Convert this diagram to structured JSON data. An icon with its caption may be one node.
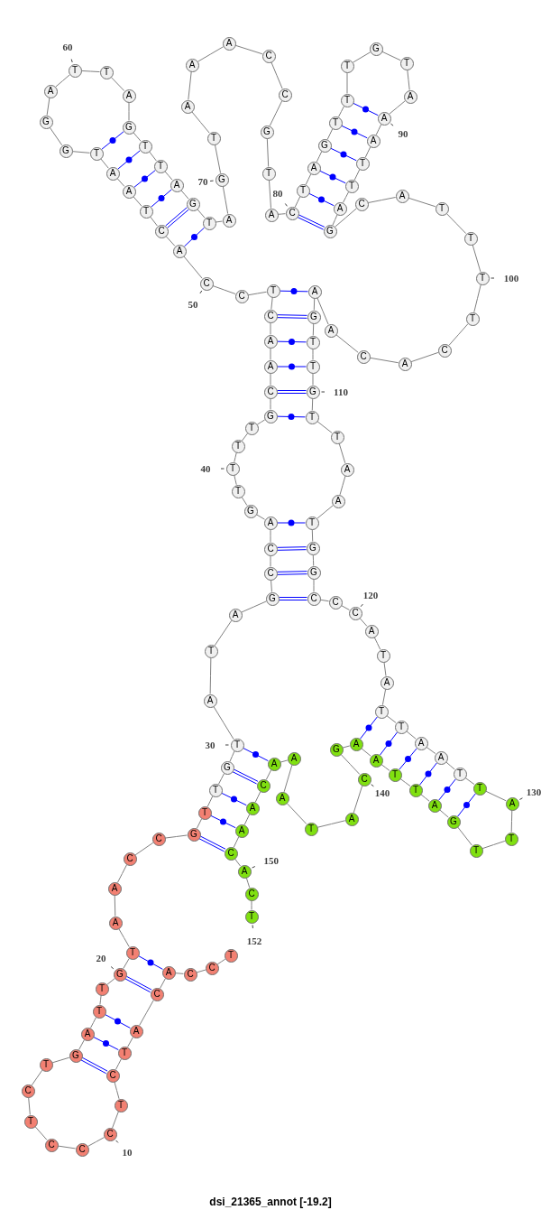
{
  "diagram": {
    "caption": "dsi_21365_annot [-19.2]",
    "nodes": [
      {
        "text": [
          "T"
        ]
      },
      {
        "text": [
          "C"
        ]
      },
      {
        "text": [
          "C"
        ]
      },
      {
        "text": [
          "A"
        ]
      },
      {
        "text": [
          "C"
        ]
      },
      {
        "text": [
          "A"
        ]
      },
      {
        "text": [
          "T"
        ]
      },
      {
        "text": [
          "C"
        ]
      },
      {
        "text": [
          "T"
        ]
      },
      {
        "text": [
          "C"
        ],
        "beside": [
          "10"
        ]
      },
      {
        "text": [
          "C"
        ]
      },
      {
        "text": [
          "C"
        ]
      },
      {
        "text": [
          "T"
        ]
      },
      {
        "text": [
          "C"
        ]
      },
      {
        "text": [
          "T"
        ]
      },
      {
        "text": [
          "G"
        ]
      },
      {
        "text": [
          "A"
        ]
      },
      {
        "text": [
          "T"
        ]
      },
      {
        "text": [
          "T"
        ]
      },
      {
        "text": [
          "G"
        ],
        "beside": [
          "20"
        ]
      },
      {
        "text": [
          "T"
        ]
      },
      {
        "text": [
          "A"
        ]
      },
      {
        "text": [
          "A"
        ]
      },
      {
        "text": [
          "C"
        ]
      },
      {
        "text": [
          "C"
        ]
      },
      {
        "text": [
          "G"
        ]
      },
      {
        "text": [
          "T"
        ]
      },
      {
        "text": [
          "T"
        ]
      },
      {
        "text": [
          "G"
        ]
      },
      {
        "text": [
          "T"
        ],
        "beside": [
          "30"
        ]
      },
      {
        "text": [
          "A"
        ]
      },
      {
        "text": [
          "T"
        ]
      },
      {
        "text": [
          "A"
        ]
      },
      {
        "text": [
          "G"
        ]
      },
      {
        "text": [
          "C"
        ]
      },
      {
        "text": [
          "C"
        ]
      },
      {
        "text": [
          "A"
        ]
      },
      {
        "text": [
          "G"
        ]
      },
      {
        "text": [
          "T"
        ]
      },
      {
        "text": [
          "T"
        ],
        "beside": [
          "40"
        ]
      },
      {
        "text": [
          "T"
        ]
      },
      {
        "text": [
          "T"
        ]
      },
      {
        "text": [
          "G"
        ]
      },
      {
        "text": [
          "C"
        ]
      },
      {
        "text": [
          "A"
        ]
      },
      {
        "text": [
          "A"
        ]
      },
      {
        "text": [
          "C"
        ]
      },
      {
        "text": [
          "T"
        ]
      },
      {
        "text": [
          "C"
        ]
      },
      {
        "text": [
          "C"
        ],
        "beside": [
          "50"
        ]
      },
      {
        "text": [
          "A"
        ]
      },
      {
        "text": [
          "C"
        ]
      },
      {
        "text": [
          "T"
        ]
      },
      {
        "text": [
          "A"
        ]
      },
      {
        "text": [
          "A"
        ]
      },
      {
        "text": [
          "T"
        ]
      },
      {
        "text": [
          "G"
        ]
      },
      {
        "text": [
          "G"
        ]
      },
      {
        "text": [
          "A"
        ]
      },
      {
        "text": [
          "T"
        ],
        "beside": [
          "60"
        ]
      },
      {
        "text": [
          "T"
        ]
      },
      {
        "text": [
          "A"
        ]
      },
      {
        "text": [
          "G"
        ]
      },
      {
        "text": [
          "T"
        ]
      },
      {
        "text": [
          "T"
        ]
      },
      {
        "text": [
          "A"
        ]
      },
      {
        "text": [
          "G"
        ]
      },
      {
        "text": [
          "T"
        ]
      },
      {
        "text": [
          "A"
        ]
      },
      {
        "text": [
          "G"
        ],
        "beside": [
          "70"
        ]
      },
      {
        "text": [
          "T"
        ]
      },
      {
        "text": [
          "A"
        ]
      },
      {
        "text": [
          "A"
        ]
      },
      {
        "text": [
          "A"
        ]
      },
      {
        "text": [
          "C"
        ]
      },
      {
        "text": [
          "C"
        ]
      },
      {
        "text": [
          "G"
        ]
      },
      {
        "text": [
          "T"
        ]
      },
      {
        "text": [
          "A"
        ]
      },
      {
        "text": [
          "C"
        ],
        "beside": [
          "80"
        ]
      },
      {
        "text": [
          "T"
        ]
      },
      {
        "text": [
          "A"
        ]
      },
      {
        "text": [
          "G"
        ]
      },
      {
        "text": [
          "T"
        ]
      },
      {
        "text": [
          "T"
        ]
      },
      {
        "text": [
          "T"
        ]
      },
      {
        "text": [
          "G"
        ]
      },
      {
        "text": [
          "T"
        ]
      },
      {
        "text": [
          "A"
        ]
      },
      {
        "text": [
          "A"
        ],
        "beside": [
          "90"
        ]
      },
      {
        "text": [
          "A"
        ]
      },
      {
        "text": [
          "T"
        ]
      },
      {
        "text": [
          "T"
        ]
      },
      {
        "text": [
          "A"
        ]
      },
      {
        "text": [
          "G"
        ]
      },
      {
        "text": [
          "C"
        ]
      },
      {
        "text": [
          "A"
        ]
      },
      {
        "text": [
          "T"
        ]
      },
      {
        "text": [
          "T"
        ]
      },
      {
        "text": [
          "T"
        ],
        "beside": [
          "100"
        ]
      },
      {
        "text": [
          "T"
        ]
      },
      {
        "text": [
          "C"
        ]
      },
      {
        "text": [
          "A"
        ]
      },
      {
        "text": [
          "C"
        ]
      },
      {
        "text": [
          "A"
        ]
      },
      {
        "text": [
          "A"
        ]
      },
      {
        "text": [
          "G"
        ]
      },
      {
        "text": [
          "T"
        ]
      },
      {
        "text": [
          "T"
        ]
      },
      {
        "text": [
          "G"
        ],
        "beside": [
          "110"
        ]
      },
      {
        "text": [
          "T"
        ]
      },
      {
        "text": [
          "T"
        ]
      },
      {
        "text": [
          "A"
        ]
      },
      {
        "text": [
          "A"
        ]
      },
      {
        "text": [
          "T"
        ]
      },
      {
        "text": [
          "G"
        ]
      },
      {
        "text": [
          "G"
        ]
      },
      {
        "text": [
          "C"
        ]
      },
      {
        "text": [
          "C"
        ]
      },
      {
        "text": [
          "C"
        ],
        "beside": [
          "120"
        ]
      },
      {
        "text": [
          "A"
        ]
      },
      {
        "text": [
          "T"
        ]
      },
      {
        "text": [
          "A"
        ]
      },
      {
        "text": [
          "T"
        ]
      },
      {
        "text": [
          "T"
        ]
      },
      {
        "text": [
          "A"
        ]
      },
      {
        "text": [
          "A"
        ]
      },
      {
        "text": [
          "T"
        ]
      },
      {
        "text": [
          "T"
        ]
      },
      {
        "text": [
          "A"
        ],
        "beside": [
          "130"
        ]
      },
      {
        "text": [
          "T"
        ]
      },
      {
        "text": [
          "T"
        ]
      },
      {
        "text": [
          "G"
        ]
      },
      {
        "text": [
          "A"
        ]
      },
      {
        "text": [
          "T"
        ]
      },
      {
        "text": [
          "T"
        ]
      },
      {
        "text": [
          "A"
        ]
      },
      {
        "text": [
          "A"
        ]
      },
      {
        "text": [
          "G"
        ]
      },
      {
        "text": [
          "C"
        ],
        "beside": [
          "140"
        ]
      },
      {
        "text": [
          "A"
        ]
      },
      {
        "text": [
          "T"
        ]
      },
      {
        "text": [
          "A"
        ]
      },
      {
        "text": [
          "A"
        ]
      },
      {
        "text": [
          "A"
        ]
      },
      {
        "text": [
          "C"
        ]
      },
      {
        "text": [
          "A"
        ]
      },
      {
        "text": [
          "A"
        ]
      },
      {
        "text": [
          "C"
        ]
      },
      {
        "text": [
          "A"
        ],
        "beside": [
          "150"
        ]
      },
      {
        "text": [
          "C"
        ]
      },
      {
        "text": [
          "T"
        ],
        "beside": [
          "152"
        ]
      }
    ],
    "edges": [
      {
        "from": 0,
        "to": 1,
        "arrow": "none"
      },
      {
        "from": 1,
        "to": 2,
        "arrow": "none"
      },
      {
        "from": 2,
        "to": 3,
        "arrow": "none"
      },
      {
        "from": 3,
        "to": 4,
        "arrow": "none"
      },
      {
        "from": 4,
        "to": 5,
        "arrow": "none"
      },
      {
        "from": 5,
        "to": 6,
        "arrow": "none"
      },
      {
        "from": 6,
        "to": 7,
        "arrow": "none"
      },
      {
        "from": 7,
        "to": 8,
        "arrow": "none"
      },
      {
        "from": 8,
        "to": 9,
        "arrow": "none"
      },
      {
        "from": 9,
        "to": 10,
        "arrow": "none"
      },
      {
        "from": 10,
        "to": 11,
        "arrow": "none"
      },
      {
        "from": 11,
        "to": 12,
        "arrow": "none"
      },
      {
        "from": 12,
        "to": 13,
        "arrow": "none"
      },
      {
        "from": 13,
        "to": 14,
        "arrow": "none"
      },
      {
        "from": 14,
        "to": 15,
        "arrow": "none"
      },
      {
        "from": 15,
        "to": 16,
        "arrow": "none"
      },
      {
        "from": 16,
        "to": 17,
        "arrow": "none"
      },
      {
        "from": 17,
        "to": 18,
        "arrow": "none"
      },
      {
        "from": 18,
        "to": 19,
        "arrow": "none"
      },
      {
        "from": 19,
        "to": 20,
        "arrow": "none"
      },
      {
        "from": 20,
        "to": 21,
        "arrow": "none"
      },
      {
        "from": 21,
        "to": 22,
        "arrow": "none"
      },
      {
        "from": 22,
        "to": 23,
        "arrow": "none"
      },
      {
        "from": 23,
        "to": 24,
        "arrow": "none"
      },
      {
        "from": 24,
        "to": 25,
        "arrow": "none"
      },
      {
        "from": 25,
        "to": 26,
        "arrow": "none"
      },
      {
        "from": 26,
        "to": 27,
        "arrow": "none"
      },
      {
        "from": 27,
        "to": 28,
        "arrow": "none"
      },
      {
        "from": 28,
        "to": 29,
        "arrow": "none"
      },
      {
        "from": 29,
        "to": 30,
        "arrow": "none"
      },
      {
        "from": 30,
        "to": 31,
        "arrow": "none"
      },
      {
        "from": 31,
        "to": 32,
        "arrow": "none"
      },
      {
        "from": 32,
        "to": 33,
        "arrow": "none"
      },
      {
        "from": 33,
        "to": 34,
        "arrow": "none"
      },
      {
        "from": 34,
        "to": 35,
        "arrow": "none"
      },
      {
        "from": 35,
        "to": 36,
        "arrow": "none"
      },
      {
        "from": 36,
        "to": 37,
        "arrow": "none"
      },
      {
        "from": 37,
        "to": 38,
        "arrow": "none"
      },
      {
        "from": 38,
        "to": 39,
        "arrow": "none"
      },
      {
        "from": 39,
        "to": 40,
        "arrow": "none"
      },
      {
        "from": 40,
        "to": 41,
        "arrow": "none"
      },
      {
        "from": 41,
        "to": 42,
        "arrow": "none"
      },
      {
        "from": 42,
        "to": 43,
        "arrow": "none"
      },
      {
        "from": 43,
        "to": 44,
        "arrow": "none"
      },
      {
        "from": 44,
        "to": 45,
        "arrow": "none"
      },
      {
        "from": 45,
        "to": 46,
        "arrow": "none"
      },
      {
        "from": 46,
        "to": 47,
        "arrow": "none"
      },
      {
        "from": 47,
        "to": 48,
        "arrow": "none"
      },
      {
        "from": 48,
        "to": 49,
        "arrow": "none"
      },
      {
        "from": 49,
        "to": 50,
        "arrow": "none"
      },
      {
        "from": 50,
        "to": 51,
        "arrow": "none"
      },
      {
        "from": 51,
        "to": 52,
        "arrow": "none"
      },
      {
        "from": 52,
        "to": 53,
        "arrow": "none"
      },
      {
        "from": 53,
        "to": 54,
        "arrow": "none"
      },
      {
        "from": 54,
        "to": 55,
        "arrow": "none"
      },
      {
        "from": 55,
        "to": 56,
        "arrow": "none"
      },
      {
        "from": 56,
        "to": 57,
        "arrow": "none"
      },
      {
        "from": 57,
        "to": 58,
        "arrow": "none"
      },
      {
        "from": 58,
        "to": 59,
        "arrow": "none"
      },
      {
        "from": 59,
        "to": 60,
        "arrow": "none"
      },
      {
        "from": 60,
        "to": 61,
        "arrow": "none"
      },
      {
        "from": 61,
        "to": 62,
        "arrow": "none"
      },
      {
        "from": 62,
        "to": 63,
        "arrow": "none"
      },
      {
        "from": 63,
        "to": 64,
        "arrow": "none"
      },
      {
        "from": 64,
        "to": 65,
        "arrow": "none"
      },
      {
        "from": 65,
        "to": 66,
        "arrow": "none"
      },
      {
        "from": 66,
        "to": 67,
        "arrow": "none"
      },
      {
        "from": 67,
        "to": 68,
        "arrow": "none"
      },
      {
        "from": 68,
        "to": 69,
        "arrow": "none"
      },
      {
        "from": 69,
        "to": 70,
        "arrow": "none"
      },
      {
        "from": 70,
        "to": 71,
        "arrow": "none"
      },
      {
        "from": 71,
        "to": 72,
        "arrow": "none"
      },
      {
        "from": 72,
        "to": 73,
        "arrow": "none"
      },
      {
        "from": 73,
        "to": 74,
        "arrow": "none"
      },
      {
        "from": 74,
        "to": 75,
        "arrow": "none"
      },
      {
        "from": 75,
        "to": 76,
        "arrow": "none"
      },
      {
        "from": 76,
        "to": 77,
        "arrow": "none"
      },
      {
        "from": 77,
        "to": 78,
        "arrow": "none"
      },
      {
        "from": 78,
        "to": 79,
        "arrow": "none"
      },
      {
        "from": 79,
        "to": 80,
        "arrow": "none"
      },
      {
        "from": 80,
        "to": 81,
        "arrow": "none"
      },
      {
        "from": 81,
        "to": 82,
        "arrow": "none"
      },
      {
        "from": 82,
        "to": 83,
        "arrow": "none"
      },
      {
        "from": 83,
        "to": 84,
        "arrow": "none"
      },
      {
        "from": 84,
        "to": 85,
        "arrow": "none"
      },
      {
        "from": 85,
        "to": 86,
        "arrow": "none"
      },
      {
        "from": 86,
        "to": 87,
        "arrow": "none"
      },
      {
        "from": 87,
        "to": 88,
        "arrow": "none"
      },
      {
        "from": 88,
        "to": 89,
        "arrow": "none"
      },
      {
        "from": 89,
        "to": 90,
        "arrow": "none"
      },
      {
        "from": 90,
        "to": 91,
        "arrow": "none"
      },
      {
        "from": 91,
        "to": 92,
        "arrow": "none"
      },
      {
        "from": 92,
        "to": 93,
        "arrow": "none"
      },
      {
        "from": 93,
        "to": 94,
        "arrow": "none"
      },
      {
        "from": 94,
        "to": 95,
        "arrow": "none"
      },
      {
        "from": 95,
        "to": 96,
        "arrow": "none"
      },
      {
        "from": 96,
        "to": 97,
        "arrow": "none"
      },
      {
        "from": 97,
        "to": 98,
        "arrow": "none"
      },
      {
        "from": 98,
        "to": 99,
        "arrow": "none"
      },
      {
        "from": 99,
        "to": 100,
        "arrow": "none"
      },
      {
        "from": 100,
        "to": 101,
        "arrow": "none"
      },
      {
        "from": 101,
        "to": 102,
        "arrow": "none"
      },
      {
        "from": 102,
        "to": 103,
        "arrow": "none"
      },
      {
        "from": 103,
        "to": 104,
        "arrow": "none"
      },
      {
        "from": 104,
        "to": 105,
        "arrow": "none"
      },
      {
        "from": 105,
        "to": 106,
        "arrow": "none"
      },
      {
        "from": 106,
        "to": 107,
        "arrow": "none"
      },
      {
        "from": 107,
        "to": 108,
        "arrow": "none"
      },
      {
        "from": 108,
        "to": 109,
        "arrow": "none"
      },
      {
        "from": 109,
        "to": 110,
        "arrow": "none"
      },
      {
        "from": 110,
        "to": 111,
        "arrow": "none"
      },
      {
        "from": 111,
        "to": 112,
        "arrow": "none"
      },
      {
        "from": 112,
        "to": 113,
        "arrow": "none"
      },
      {
        "from": 113,
        "to": 114,
        "arrow": "none"
      },
      {
        "from": 114,
        "to": 115,
        "arrow": "none"
      },
      {
        "from": 115,
        "to": 116,
        "arrow": "none"
      },
      {
        "from": 116,
        "to": 117,
        "arrow": "none"
      },
      {
        "from": 117,
        "to": 118,
        "arrow": "none"
      },
      {
        "from": 118,
        "to": 119,
        "arrow": "none"
      },
      {
        "from": 119,
        "to": 120,
        "arrow": "none"
      },
      {
        "from": 120,
        "to": 121,
        "arrow": "none"
      },
      {
        "from": 121,
        "to": 122,
        "arrow": "none"
      },
      {
        "from": 122,
        "to": 123,
        "arrow": "none"
      },
      {
        "from": 123,
        "to": 124,
        "arrow": "none"
      },
      {
        "from": 124,
        "to": 125,
        "arrow": "none"
      },
      {
        "from": 125,
        "to": 126,
        "arrow": "none"
      },
      {
        "from": 126,
        "to": 127,
        "arrow": "none"
      },
      {
        "from": 127,
        "to": 128,
        "arrow": "none"
      },
      {
        "from": 128,
        "to": 129,
        "arrow": "none"
      },
      {
        "from": 129,
        "to": 130,
        "arrow": "none"
      },
      {
        "from": 130,
        "to": 131,
        "arrow": "none"
      },
      {
        "from": 131,
        "to": 132,
        "arrow": "none"
      },
      {
        "from": 132,
        "to": 133,
        "arrow": "none"
      },
      {
        "from": 133,
        "to": 134,
        "arrow": "none"
      },
      {
        "from": 134,
        "to": 135,
        "arrow": "none"
      },
      {
        "from": 135,
        "to": 136,
        "arrow": "none"
      },
      {
        "from": 136,
        "to": 137,
        "arrow": "none"
      },
      {
        "from": 137,
        "to": 138,
        "arrow": "none"
      },
      {
        "from": 138,
        "to": 139,
        "arrow": "none"
      },
      {
        "from": 139,
        "to": 140,
        "arrow": "none"
      },
      {
        "from": 140,
        "to": 141,
        "arrow": "none"
      },
      {
        "from": 141,
        "to": 142,
        "arrow": "none"
      },
      {
        "from": 142,
        "to": 143,
        "arrow": "none"
      },
      {
        "from": 143,
        "to": 144,
        "arrow": "none"
      },
      {
        "from": 144,
        "to": 145,
        "arrow": "none"
      },
      {
        "from": 145,
        "to": 146,
        "arrow": "none"
      },
      {
        "from": 146,
        "to": 147,
        "arrow": "none"
      },
      {
        "from": 147,
        "to": 148,
        "arrow": "none"
      },
      {
        "from": 148,
        "to": 149,
        "arrow": "none"
      },
      {
        "from": 149,
        "to": 150,
        "arrow": "none"
      },
      {
        "from": 150,
        "to": 151,
        "arrow": "none"
      },
      {
        "from": 15,
        "to": 7,
        "arrow": "none",
        "color": "#0000ff"
      },
      {
        "from": 16,
        "to": 6,
        "arrow": "none",
        "color": "#0000ff"
      },
      {
        "from": 17,
        "to": 5,
        "arrow": "none",
        "color": "#0000ff"
      },
      {
        "from": 19,
        "to": 4,
        "arrow": "none",
        "color": "#0000ff"
      },
      {
        "from": 20,
        "to": 3,
        "arrow": "none",
        "color": "#0000ff"
      },
      {
        "from": 25,
        "to": 148,
        "arrow": "none",
        "color": "#0000ff"
      },
      {
        "from": 26,
        "to": 147,
        "arrow": "none",
        "color": "#0000ff"
      },
      {
        "from": 27,
        "to": 146,
        "arrow": "none",
        "color": "#0000ff"
      },
      {
        "from": 28,
        "to": 145,
        "arrow": "none",
        "color": "#0000ff"
      },
      {
        "from": 29,
        "to": 144,
        "arrow": "none",
        "color": "#0000ff"
      },
      {
        "from": 33,
        "to": 117,
        "arrow": "none",
        "color": "#0000ff"
      },
      {
        "from": 34,
        "to": 116,
        "arrow": "none",
        "color": "#0000ff"
      },
      {
        "from": 35,
        "to": 115,
        "arrow": "none",
        "color": "#0000ff"
      },
      {
        "from": 36,
        "to": 114,
        "arrow": "none",
        "color": "#0000ff"
      },
      {
        "from": 42,
        "to": 110,
        "arrow": "none",
        "color": "#0000ff"
      },
      {
        "from": 43,
        "to": 109,
        "arrow": "none",
        "color": "#0000ff"
      },
      {
        "from": 44,
        "to": 108,
        "arrow": "none",
        "color": "#0000ff"
      },
      {
        "from": 45,
        "to": 107,
        "arrow": "none",
        "color": "#0000ff"
      },
      {
        "from": 46,
        "to": 106,
        "arrow": "none",
        "color": "#0000ff"
      },
      {
        "from": 47,
        "to": 105,
        "arrow": "none",
        "color": "#0000ff"
      },
      {
        "from": 50,
        "to": 67,
        "arrow": "none",
        "color": "#0000ff"
      },
      {
        "from": 51,
        "to": 66,
        "arrow": "none",
        "color": "#0000ff"
      },
      {
        "from": 52,
        "to": 65,
        "arrow": "none",
        "color": "#0000ff"
      },
      {
        "from": 53,
        "to": 64,
        "arrow": "none",
        "color": "#0000ff"
      },
      {
        "from": 54,
        "to": 63,
        "arrow": "none",
        "color": "#0000ff"
      },
      {
        "from": 55,
        "to": 62,
        "arrow": "none",
        "color": "#0000ff"
      },
      {
        "from": 79,
        "to": 94,
        "arrow": "none",
        "color": "#0000ff"
      },
      {
        "from": 80,
        "to": 93,
        "arrow": "none",
        "color": "#0000ff"
      },
      {
        "from": 81,
        "to": 92,
        "arrow": "none",
        "color": "#0000ff"
      },
      {
        "from": 82,
        "to": 91,
        "arrow": "none",
        "color": "#0000ff"
      },
      {
        "from": 83,
        "to": 90,
        "arrow": "none",
        "color": "#0000ff"
      },
      {
        "from": 84,
        "to": 89,
        "arrow": "none",
        "color": "#0000ff"
      },
      {
        "from": 123,
        "to": 137,
        "arrow": "none",
        "color": "#0000ff"
      },
      {
        "from": 124,
        "to": 136,
        "arrow": "none",
        "color": "#0000ff"
      },
      {
        "from": 125,
        "to": 135,
        "arrow": "none",
        "color": "#0000ff"
      },
      {
        "from": 126,
        "to": 134,
        "arrow": "none",
        "color": "#0000ff"
      },
      {
        "from": 127,
        "to": 133,
        "arrow": "none",
        "color": "#0000ff"
      },
      {
        "from": 128,
        "to": 132,
        "arrow": "none",
        "color": "#0000ff"
      }
    ]
  }
}
